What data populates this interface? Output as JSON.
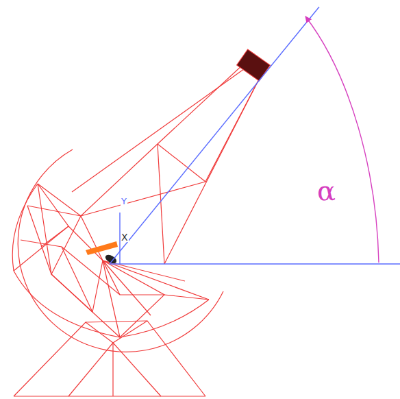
{
  "diagram": {
    "labels": [
      "α",
      "Y",
      "X"
    ]
  }
}
